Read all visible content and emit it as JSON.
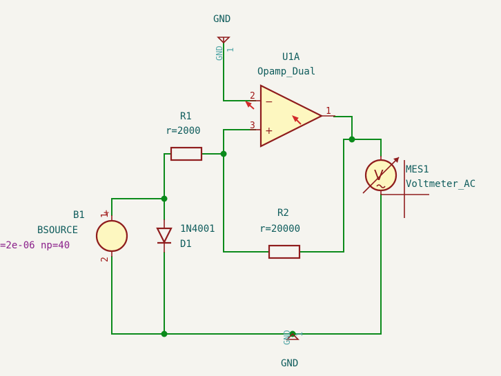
{
  "labels": {
    "gnd_top": "GND",
    "gnd_top_pin_name": "GND",
    "gnd_top_pin_num": "1",
    "gnd_bottom": "GND",
    "gnd_bottom_pin_name": "GND",
    "gnd_bottom_pin_num": "1",
    "opamp_ref": "U1A",
    "opamp_value": "Opamp_Dual",
    "opamp_pin_inv": "2",
    "opamp_pin_noninv": "3",
    "opamp_pin_out": "1",
    "opamp_minus": "−",
    "opamp_plus": "+",
    "r1_ref": "R1",
    "r1_value": "r=2000",
    "r2_ref": "R2",
    "r2_value": "r=20000",
    "b1_ref": "B1",
    "b1_value": "BSOURCE",
    "b1_params": "=2e-06 np=40",
    "b1_pin1": "1",
    "b1_plus": "+",
    "b1_pin2": "2",
    "d1_ref": "D1",
    "d1_value": "1N4001",
    "mes1_ref": "MES1",
    "mes1_value": "Voltmeter_AC",
    "mes1_symbol": "V"
  },
  "colors": {
    "wire": "#0b8a1b",
    "component": "#8f1d1d",
    "component_fill": "#fdf7c0",
    "reference_text": "#0f5c5c",
    "parameter_text": "#8a1f8a",
    "background": "#f5f4ef"
  }
}
